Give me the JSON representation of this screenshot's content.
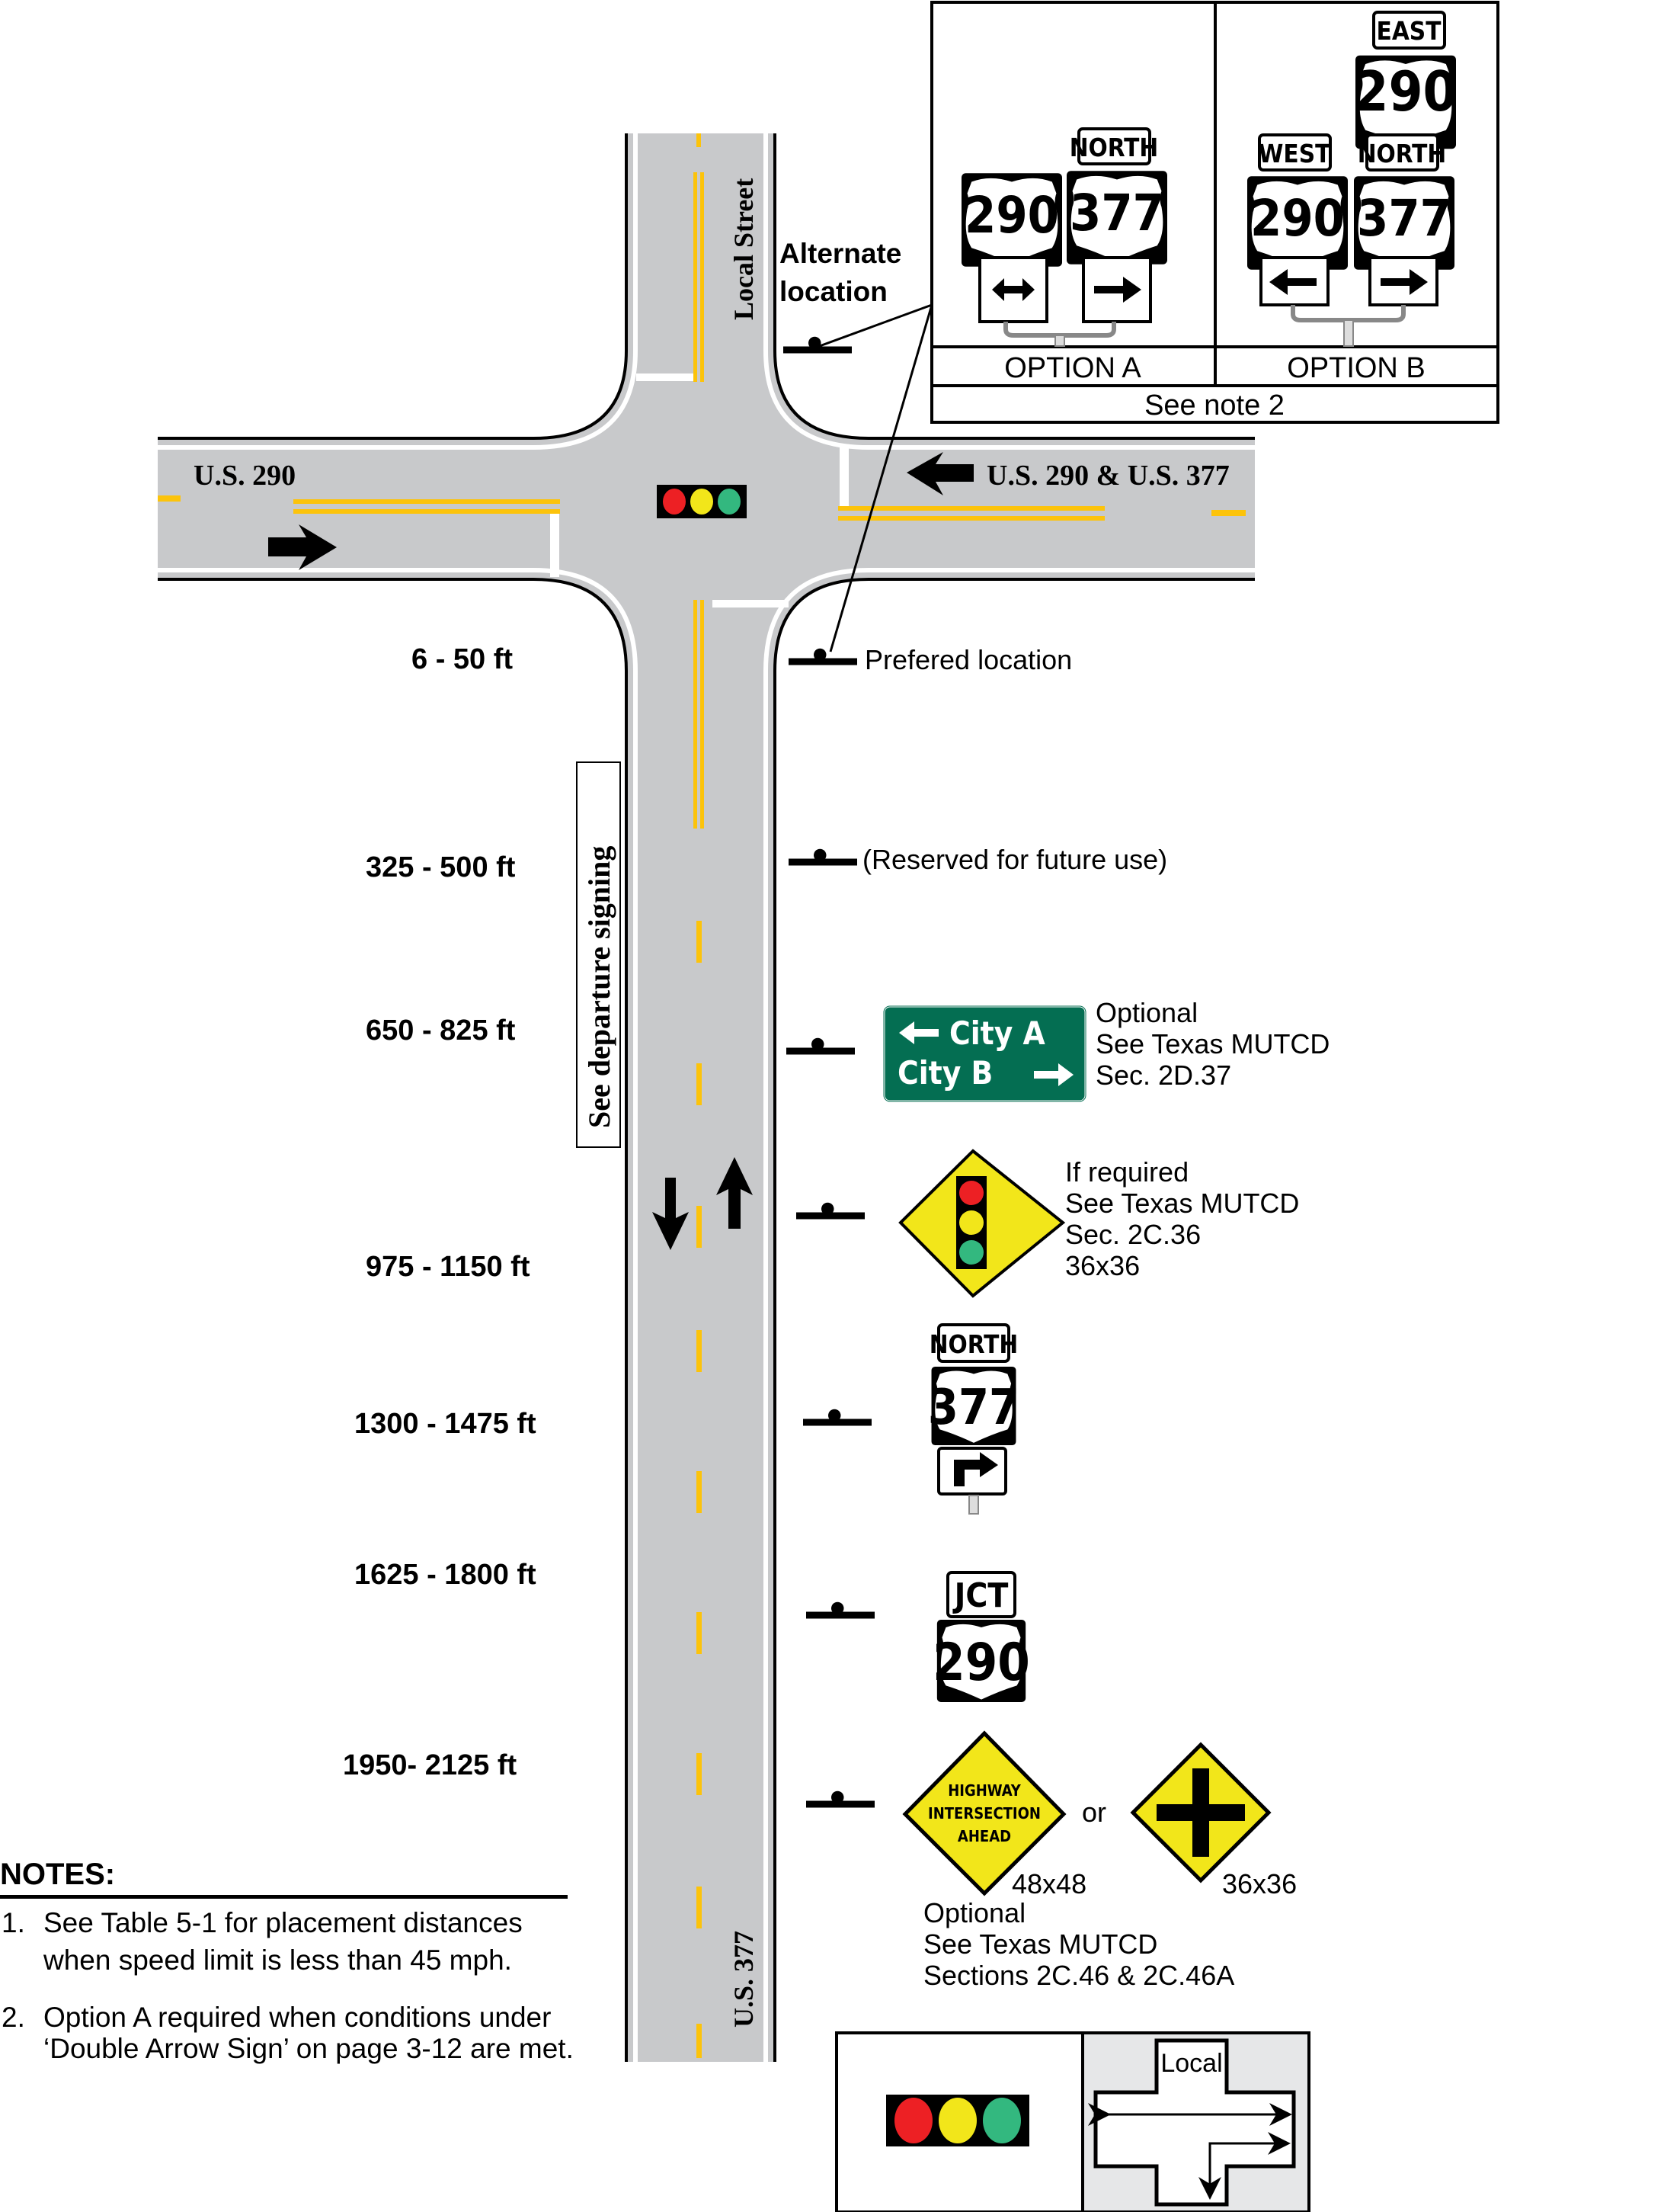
{
  "roads": {
    "local_street": "Local Street",
    "us290_west": "U.S. 290",
    "us290_377_east": "U.S. 290 & U.S. 377",
    "us377_south": "U.S. 377",
    "departure_note": "See departure signing"
  },
  "locations": {
    "alternate_line1": "Alternate",
    "alternate_line2": "location",
    "preferred": "Prefered location",
    "reserved": "(Reserved for future use)"
  },
  "distances": [
    "6 - 50 ft",
    "325 - 500 ft",
    "650 - 825 ft",
    "975 - 1150 ft",
    "1300 - 1475 ft",
    "1625 - 1800 ft",
    "1950-  2125 ft"
  ],
  "options_box": {
    "option_a_label": "OPTION A",
    "option_b_label": "OPTION B",
    "footer": "See note 2",
    "a_cardinal": "NORTH",
    "a_route1": "290",
    "a_route2": "377",
    "b_top_cardinal": "EAST",
    "b_top_route": "290",
    "b_left_cardinal": "WEST",
    "b_left_route": "290",
    "b_right_cardinal": "NORTH",
    "b_right_route": "377"
  },
  "guide_sign": {
    "line1": "City  A",
    "line2": "City  B",
    "color": "#046e52",
    "note1": "Optional",
    "note2": "See Texas MUTCD",
    "note3": "Sec. 2D.37"
  },
  "signal_ahead_sign": {
    "note1": "If required",
    "note2": "See Texas MUTCD",
    "note3": "Sec. 2C.36",
    "note4": "36x36"
  },
  "route_377_sign": {
    "cardinal": "NORTH",
    "route": "377"
  },
  "jct_290_sign": {
    "aux": "JCT",
    "route": "290"
  },
  "intersection_warning": {
    "line1": "HIGHWAY",
    "line2": "INTERSECTION",
    "line3": "AHEAD",
    "size1": "48x48",
    "or": "or",
    "size2": "36x36",
    "note1": "Optional",
    "note2": "See Texas MUTCD",
    "note3": "Sections 2C.46 & 2C.46A"
  },
  "legend": {
    "local_label": "Local"
  },
  "notes": {
    "title": "NOTES:",
    "n1_num": "1.",
    "n1_line1": "See Table 5-1 for placement distances",
    "n1_line2": "when speed limit is less than 45 mph.",
    "n2_num": "2.",
    "n2_line1": "Option A required when conditions under",
    "n2_line2": "‘Double Arrow Sign’ on page 3-12 are met."
  },
  "colors": {
    "road": "#c8c9cb",
    "yellow_line": "#fcc30b",
    "sign_yellow": "#f2e61a",
    "red": "#ed2024",
    "yellow": "#f2e61a",
    "green": "#33b87f"
  }
}
